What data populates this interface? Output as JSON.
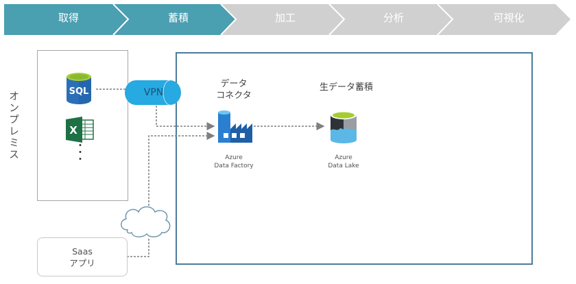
{
  "process_bar": {
    "steps": [
      {
        "label": "取得",
        "state": "active"
      },
      {
        "label": "蓄積",
        "state": "active"
      },
      {
        "label": "加工",
        "state": "inactive"
      },
      {
        "label": "分析",
        "state": "inactive"
      },
      {
        "label": "可視化",
        "state": "inactive"
      }
    ],
    "colors": {
      "active": "#4a9fb0",
      "inactive": "#d0d0d0",
      "separator": "#ffffff"
    }
  },
  "on_premises": {
    "label": "オンプレミス",
    "items": [
      {
        "icon": "sql-database-icon",
        "label": "SQL"
      },
      {
        "icon": "excel-icon",
        "label": "X"
      }
    ],
    "more": "・\n・\n・"
  },
  "vpn": {
    "label": "VPN",
    "color": "#27a9e1"
  },
  "saas": {
    "line1": "Saas",
    "line2": "アプリ"
  },
  "cloud": {
    "icon": "cloud-icon"
  },
  "azure": {
    "border_color": "#4a7c9b",
    "data_connector": {
      "title_line1": "データ",
      "title_line2": "コネクタ",
      "caption_line1": "Azure",
      "caption_line2": "Data Factory"
    },
    "raw_storage": {
      "title": "生データ蓄積",
      "caption_line1": "Azure",
      "caption_line2": "Data Lake"
    }
  }
}
